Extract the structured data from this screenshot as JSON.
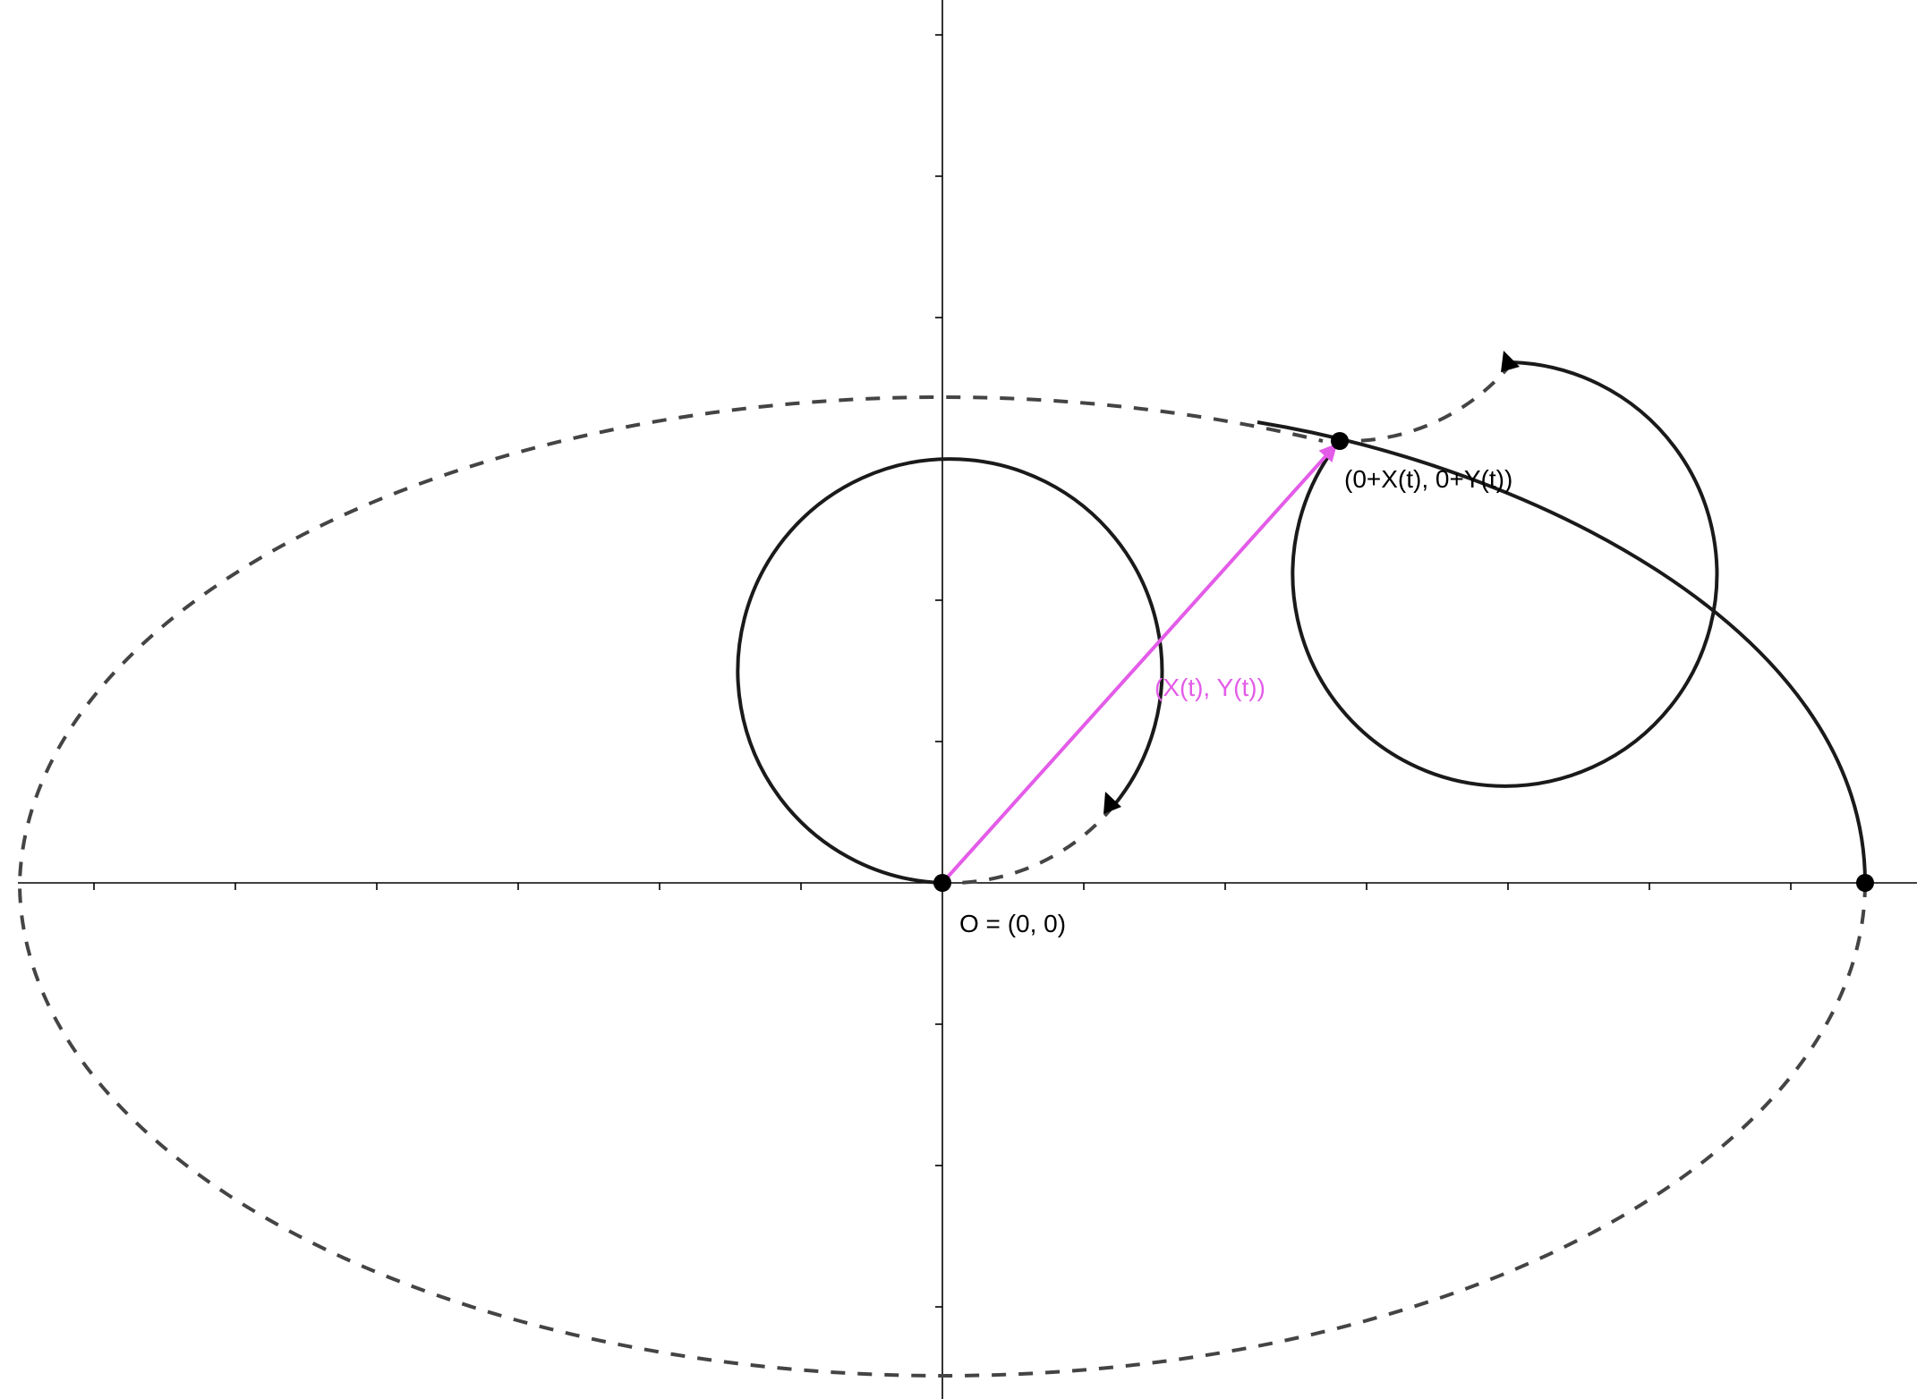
{
  "diagram": {
    "labels": {
      "origin": "O = (0, 0)",
      "moving_point": "(0+X(t), 0+Y(t))",
      "vector": "(X(t), Y(t))"
    },
    "colors": {
      "background": "#ffffff",
      "axis": "#000000",
      "curve": "#1a1a1a",
      "dashed_curve": "#444444",
      "point": "#000000",
      "vector": "#e35ce8",
      "vector_label": "#e35ce8",
      "text": "#000000"
    },
    "icons": [
      "arrowhead-icon",
      "point-marker-icon"
    ]
  }
}
